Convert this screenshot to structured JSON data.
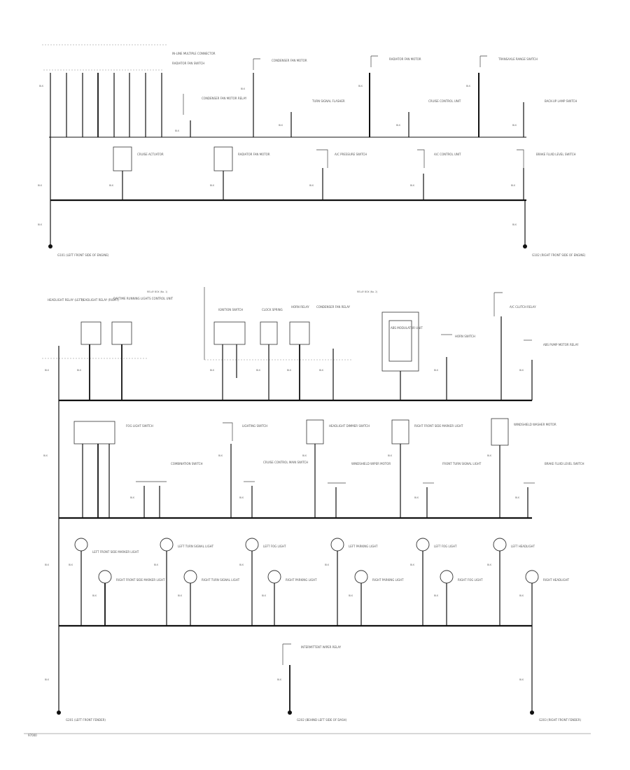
{
  "diagram": {
    "sheet_id": "97000",
    "wire_label": "BLK",
    "relay_box_1": "RELAY BOX (No. 1)",
    "relay_box_2": "RELAY BOX (No. 2)",
    "panel1": {
      "top_connector": "IN-LINE MULTIPLE CONNECTOR",
      "top_labels": [
        "CONDENSER FAN MOTOR",
        "RADIATOR FAN MOTOR",
        "TRANSAXLE RANGE SWITCH",
        "RADIATOR FAN SWITCH"
      ],
      "upper_mid_labels": [
        "CONDENSER FAN MOTOR RELAY",
        "TURN SIGNAL FLASHER",
        "CRUISE CONTROL UNIT",
        "BACK-UP LAMP SWITCH"
      ],
      "lower_labels": [
        "CRUISE ACTUATOR",
        "RADIATOR FAN MOTOR",
        "A/C PRESSURE SWITCH",
        "A/C CONTROL UNIT",
        "BRAKE FLUID LEVEL SWITCH"
      ],
      "grounds": [
        "G101 (LEFT FRONT SIDE OF ENGINE)",
        "G102 (RIGHT FRONT SIDE OF ENGINE)"
      ]
    },
    "panel2": {
      "row1_labels": [
        "HEADLIGHT RELAY (LEFT)",
        "HEADLIGHT RELAY (RIGHT)",
        "DAYTIME RUNNING LIGHTS CONTROL UNIT",
        "IGNITION SWITCH",
        "CLOCK SPRING",
        "HORN RELAY",
        "CONDENSER FAN RELAY",
        "ABS MODULATOR UNIT",
        "HORN SWITCH",
        "A/C CLUTCH RELAY",
        "ABS PUMP MOTOR RELAY"
      ],
      "row2_labels": [
        "FOG LIGHT SWITCH",
        "COMBINATION SWITCH",
        "LIGHTING SWITCH",
        "CRUISE CONTROL MAIN SWITCH",
        "HEADLIGHT DIMMER SWITCH",
        "WINDSHIELD WIPER MOTOR",
        "RIGHT FRONT SIDE MARKER LIGHT",
        "FRONT TURN SIGNAL LIGHT",
        "WINDSHIELD WASHER MOTOR",
        "BRAKE FLUID LEVEL SWITCH"
      ],
      "lamp_labels_top": [
        "LEFT FRONT SIDE MARKER LIGHT",
        "LEFT TURN SIGNAL LIGHT",
        "LEFT FOG LIGHT",
        "LEFT PARKING LIGHT",
        "LEFT FOG LIGHT",
        "LEFT HEADLIGHT"
      ],
      "lamp_labels_bottom": [
        "RIGHT FRONT SIDE MARKER LIGHT",
        "RIGHT TURN SIGNAL LIGHT",
        "RIGHT PARKING LIGHT",
        "RIGHT PARKING LIGHT",
        "RIGHT FOG LIGHT",
        "RIGHT HEADLIGHT"
      ],
      "bottom_component": "INTERMITTENT WIPER RELAY",
      "grounds": [
        "G201 (LEFT FRONT FENDER)",
        "G202 (BEHIND LEFT SIDE OF DASH)",
        "G203 (RIGHT FRONT FENDER)"
      ]
    }
  }
}
